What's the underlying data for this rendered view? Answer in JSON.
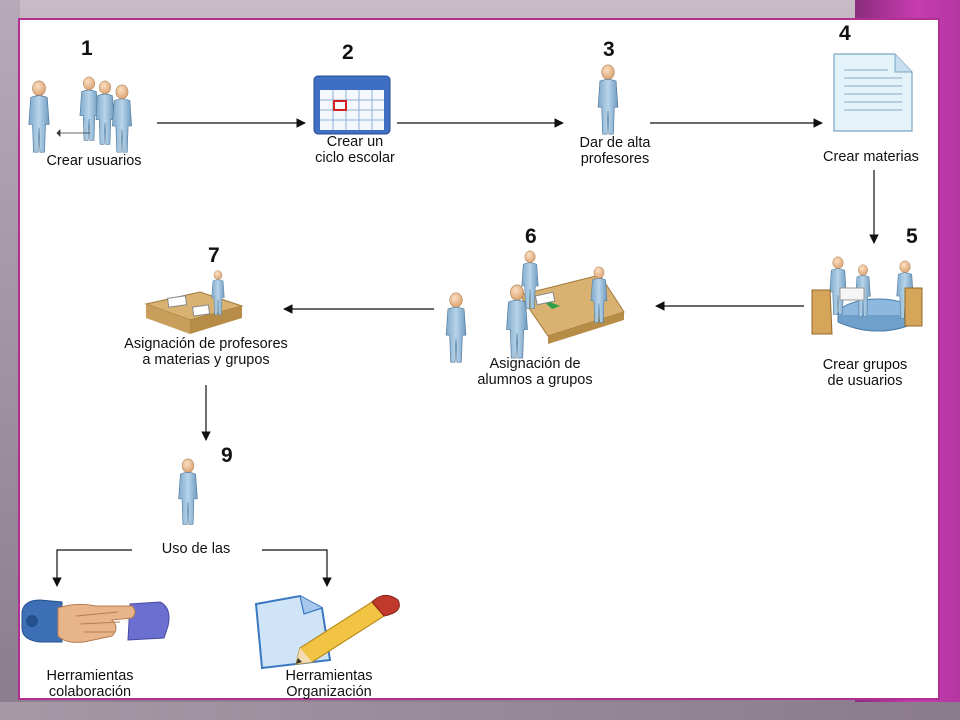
{
  "steps": [
    {
      "number": "1",
      "label": "Crear usuarios"
    },
    {
      "number": "2",
      "label": "Crear un\nciclo escolar"
    },
    {
      "number": "3",
      "label": "Dar de alta\nprofesores"
    },
    {
      "number": "4",
      "label": "Crear materias"
    },
    {
      "number": "5",
      "label": "Crear grupos\nde usuarios"
    },
    {
      "number": "6",
      "label": "Asignación de\nalumnos a grupos"
    },
    {
      "number": "7",
      "label": "Asignación de profesores\na materias y grupos"
    },
    {
      "number": "9",
      "label": ""
    }
  ],
  "usage": {
    "label": "Uso de las",
    "tools": [
      {
        "label": "Herramientas\ncolaboración",
        "icon": "handshake-icon"
      },
      {
        "label": "Herramientas\nOrganización",
        "icon": "document-pencil-icon"
      }
    ]
  },
  "colors": {
    "frame": "#b02f93",
    "person_body": "#8fb8d6",
    "person_head": "#ecc39a",
    "table": "#d9b271",
    "calendar_blue": "#3f6fc2",
    "document": "#e4f2fa",
    "handshake_blue": "#3c6fb5"
  }
}
